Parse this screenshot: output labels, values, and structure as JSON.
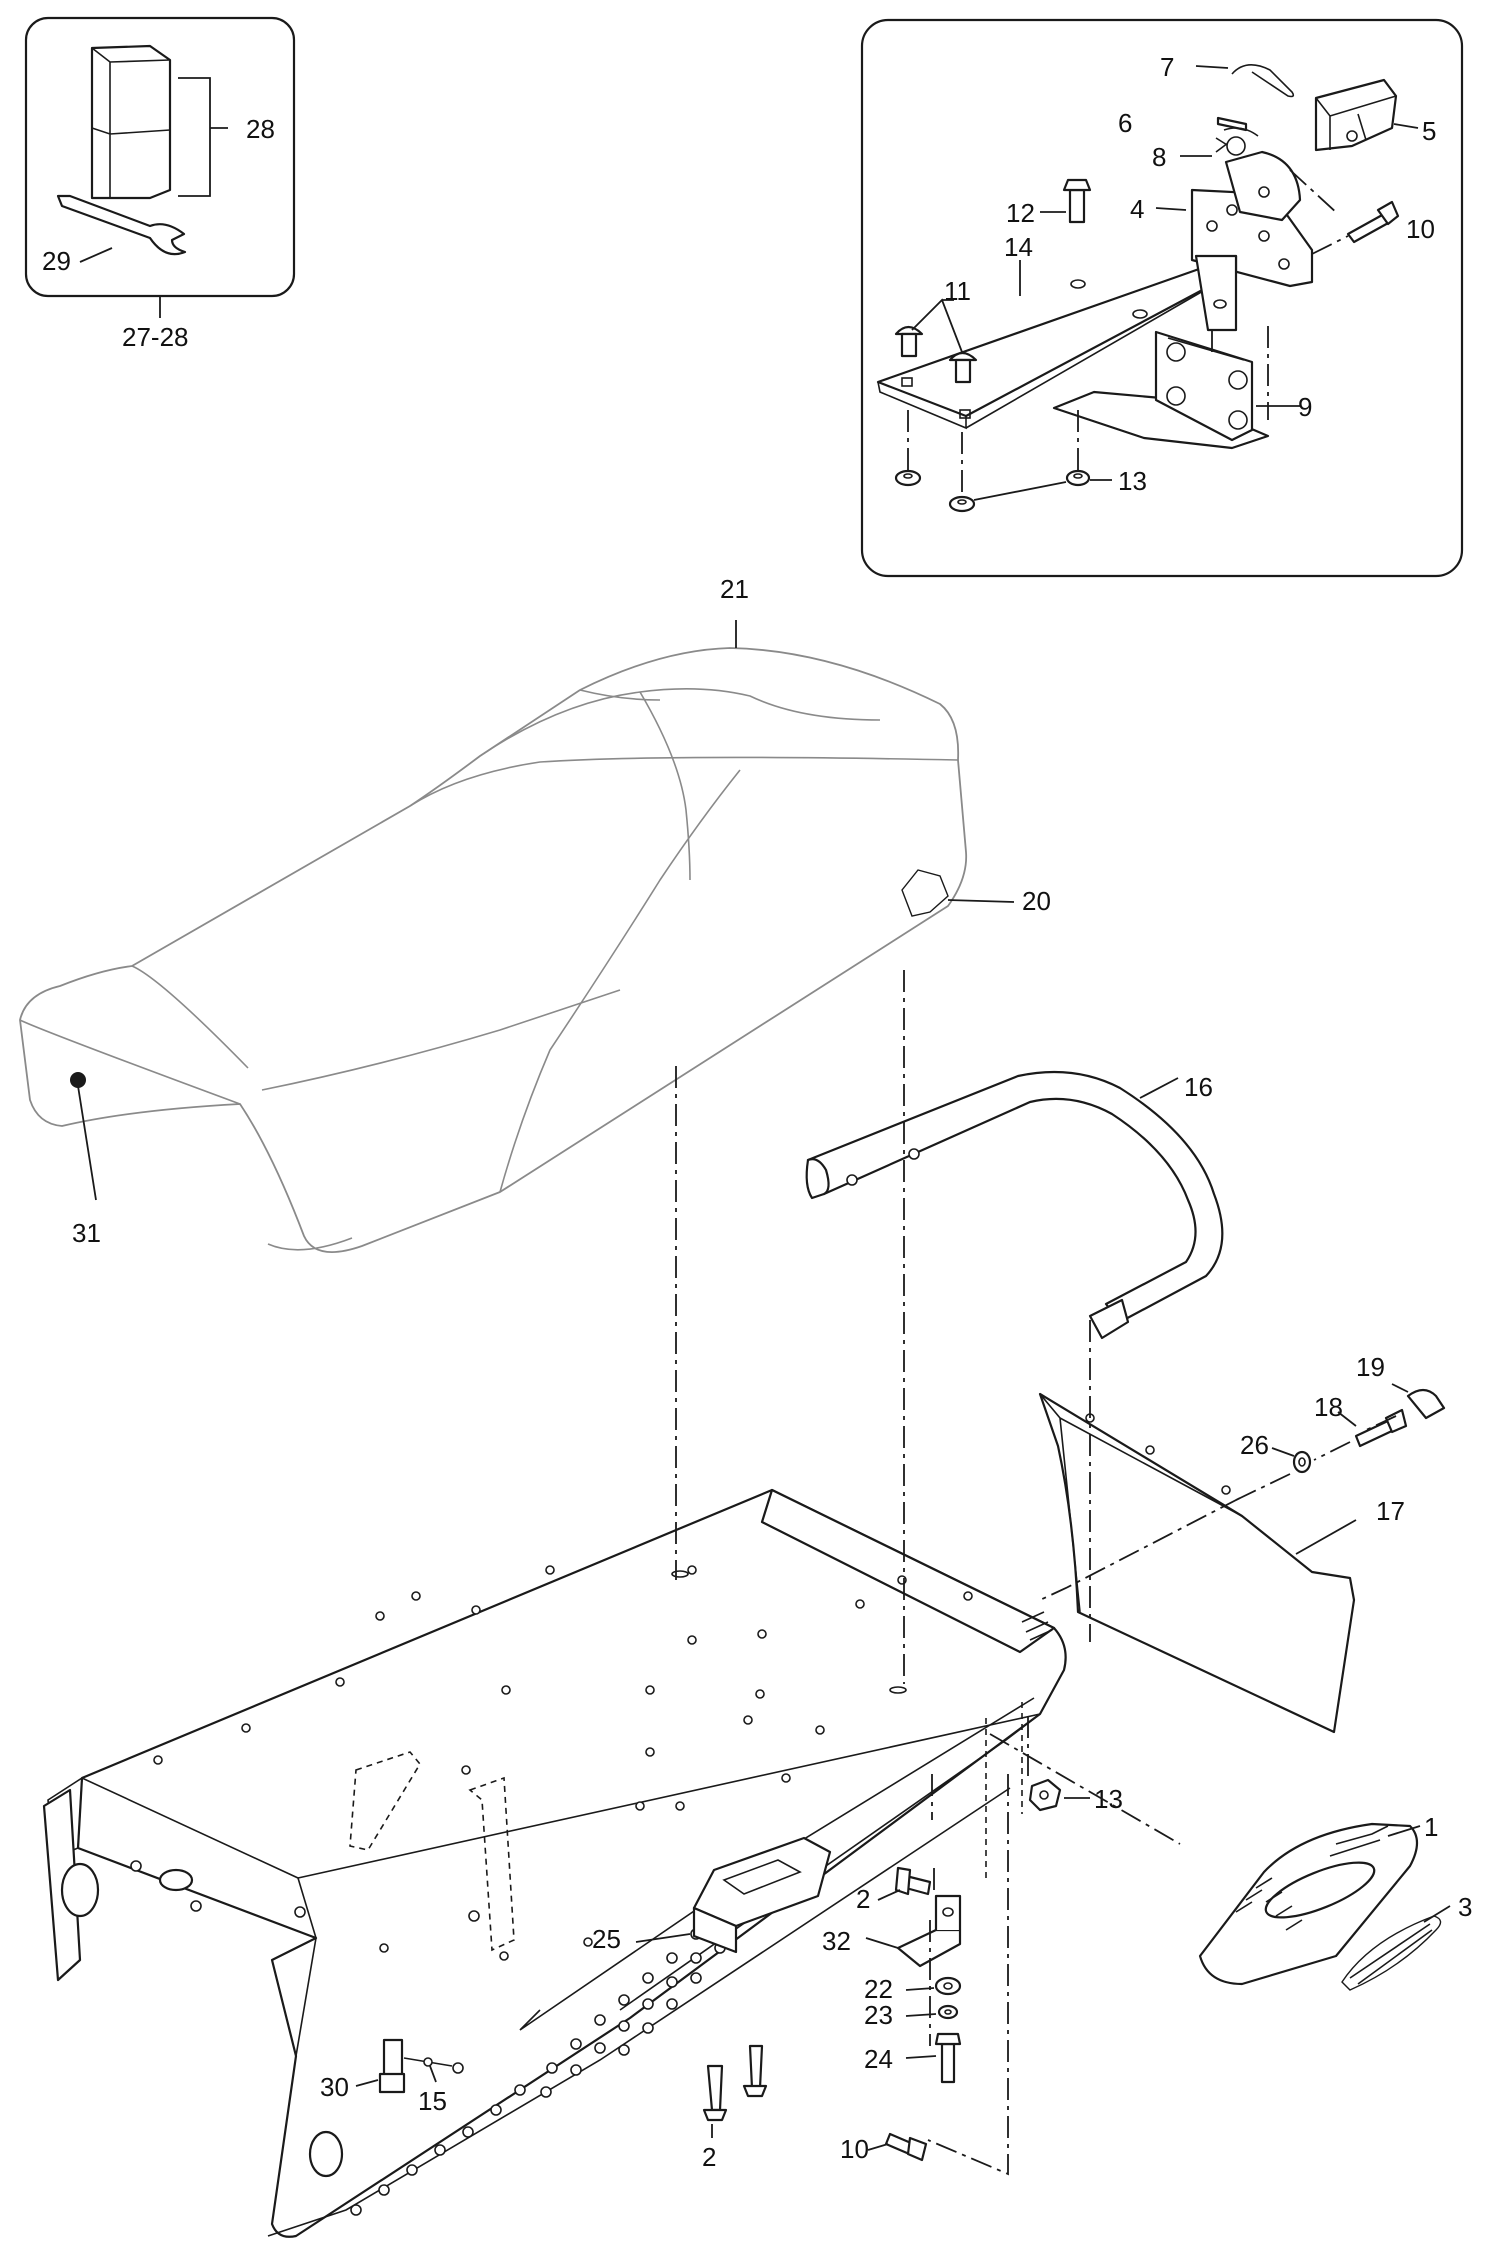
{
  "callouts": {
    "c1": "1",
    "c2a": "2",
    "c2b": "2",
    "c3": "3",
    "c4": "4",
    "c5": "5",
    "c6": "6",
    "c7": "7",
    "c8": "8",
    "c9": "9",
    "c10a": "10",
    "c10b": "10",
    "c11": "11",
    "c12": "12",
    "c13a": "13",
    "c13b": "13",
    "c14": "14",
    "c15": "15",
    "c16": "16",
    "c17": "17",
    "c18": "18",
    "c19": "19",
    "c20": "20",
    "c21": "21",
    "c22": "22",
    "c23": "23",
    "c24": "24",
    "c25": "25",
    "c26": "26",
    "c27_28": "27-28",
    "c28": "28",
    "c29": "29",
    "c30": "30",
    "c31": "31",
    "c32": "32"
  }
}
